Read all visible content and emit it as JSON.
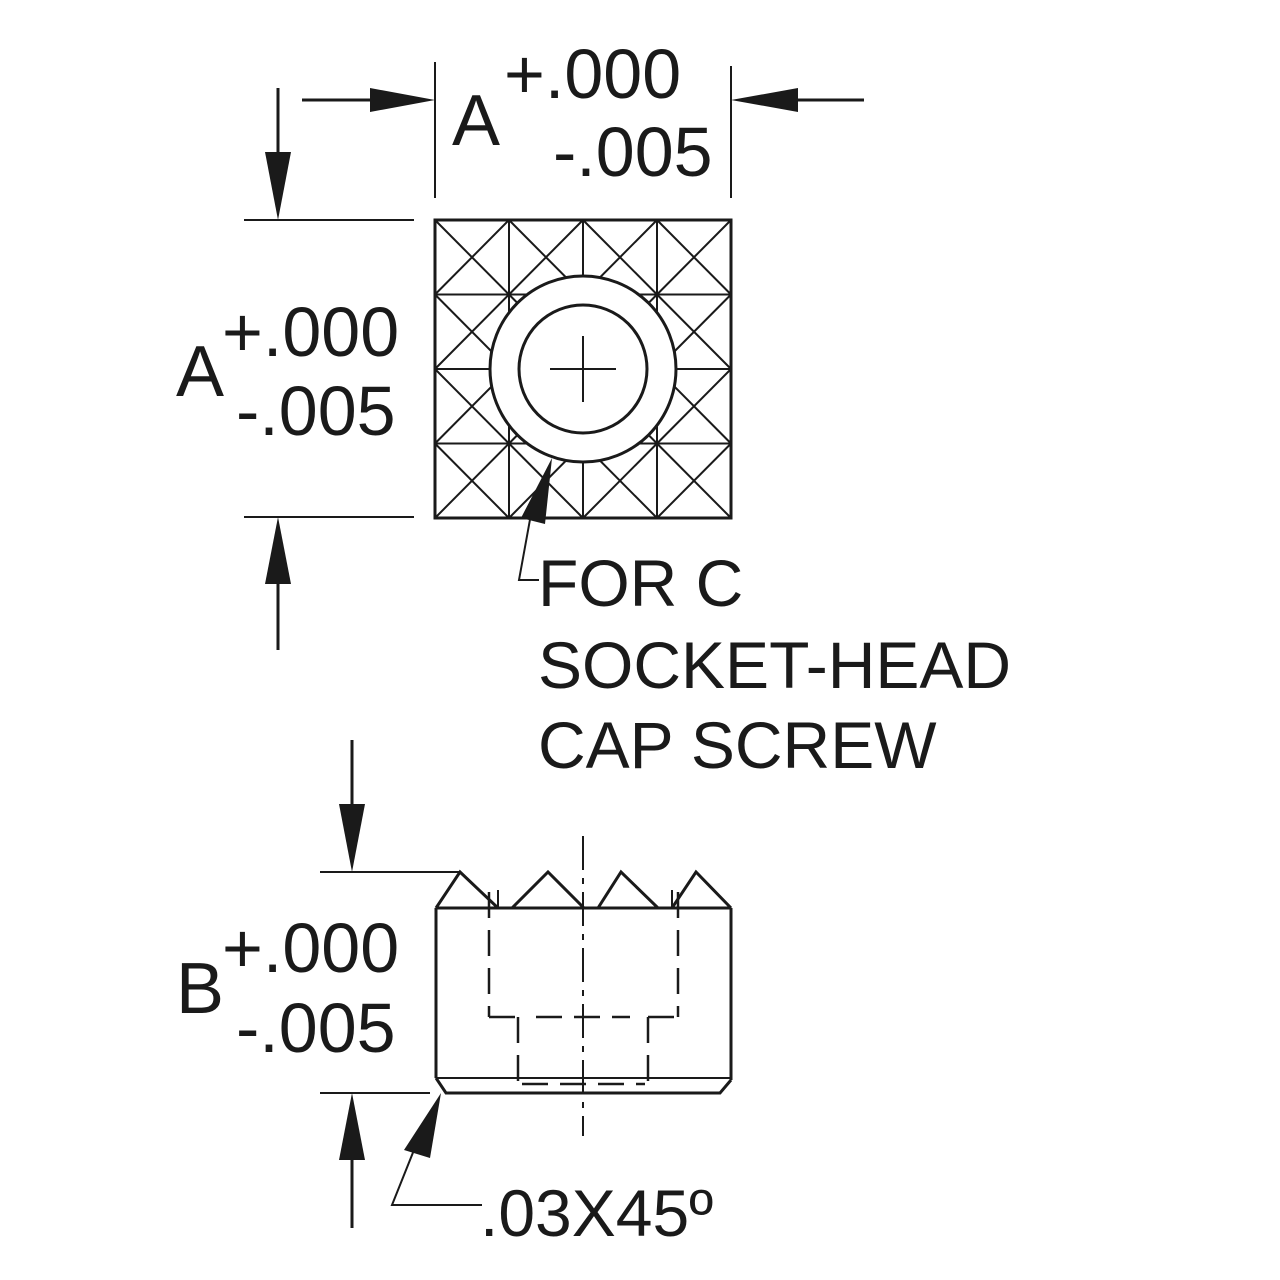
{
  "top_view": {
    "width_dim": {
      "letter": "A",
      "plus": "+.000",
      "minus": "-.005"
    },
    "height_dim": {
      "letter": "A",
      "plus": "+.000",
      "minus": "-.005"
    },
    "note": [
      "FOR C",
      "SOCKET-HEAD",
      "CAP SCREW"
    ]
  },
  "side_view": {
    "height_dim": {
      "letter": "B",
      "plus": "+.000",
      "minus": "-.005"
    },
    "chamfer_note": ".03X45º"
  }
}
